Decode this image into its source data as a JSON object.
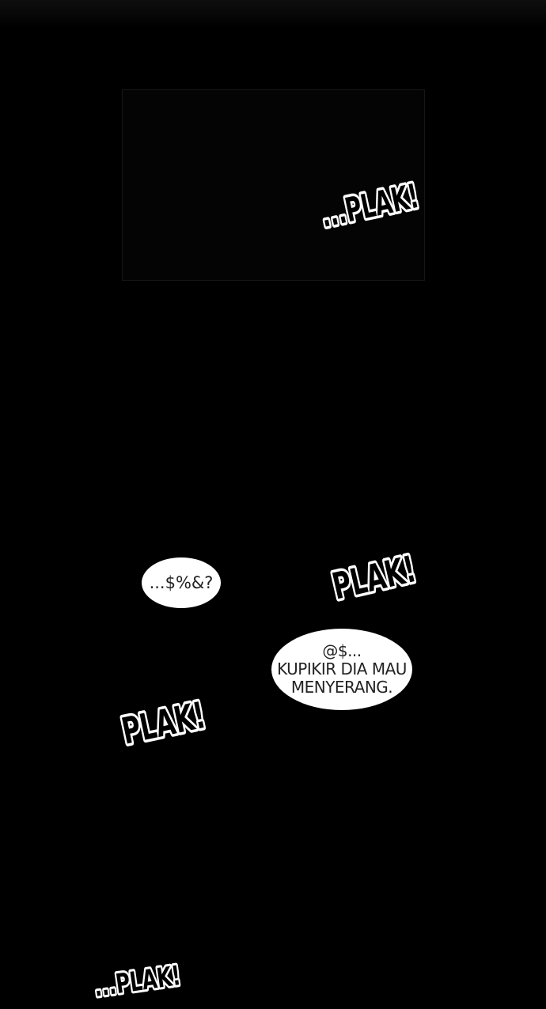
{
  "colors": {
    "background": "#000000",
    "top_fade": "#0e0e0e",
    "panel_fill": "#040404",
    "panel_border": "#161616",
    "bubble_fill": "#ffffff",
    "bubble_text": "#232323",
    "sfx_fill": "#000000",
    "sfx_outline": "#ffffff"
  },
  "sfx": [
    {
      "id": "sfx-plak-top",
      "text": "...PLAK!"
    },
    {
      "id": "sfx-plak-right",
      "text": "PLAK!"
    },
    {
      "id": "sfx-plak-left",
      "text": "PLAK!"
    },
    {
      "id": "sfx-plak-bottom-partial",
      "text": "...PLAK!"
    }
  ],
  "speech_bubbles": [
    {
      "id": "bubble-small",
      "lines": [
        "...$%&?"
      ]
    },
    {
      "id": "bubble-large",
      "lines": [
        "@$...",
        "KUPIKIR DIA MAU",
        "MENYERANG."
      ]
    }
  ]
}
